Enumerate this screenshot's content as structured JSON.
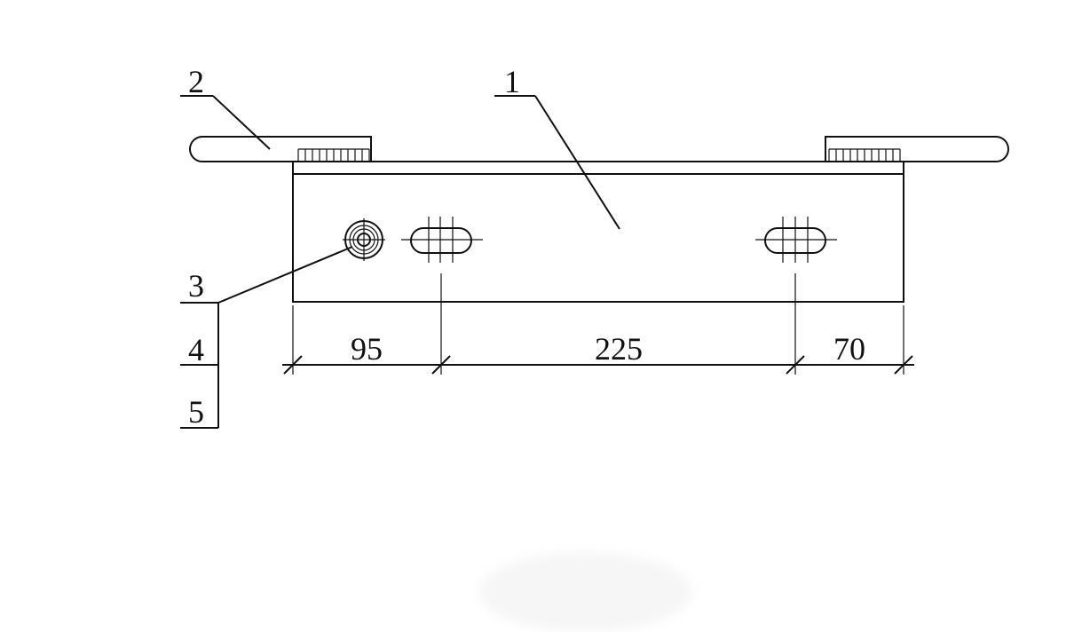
{
  "callouts": {
    "c1": "1",
    "c2": "2",
    "c3": "3",
    "c4": "4",
    "c5": "5"
  },
  "dimensions": {
    "d1": "95",
    "d2": "225",
    "d3": "70"
  },
  "colors": {
    "line": "#111111",
    "background": "#ffffff"
  }
}
